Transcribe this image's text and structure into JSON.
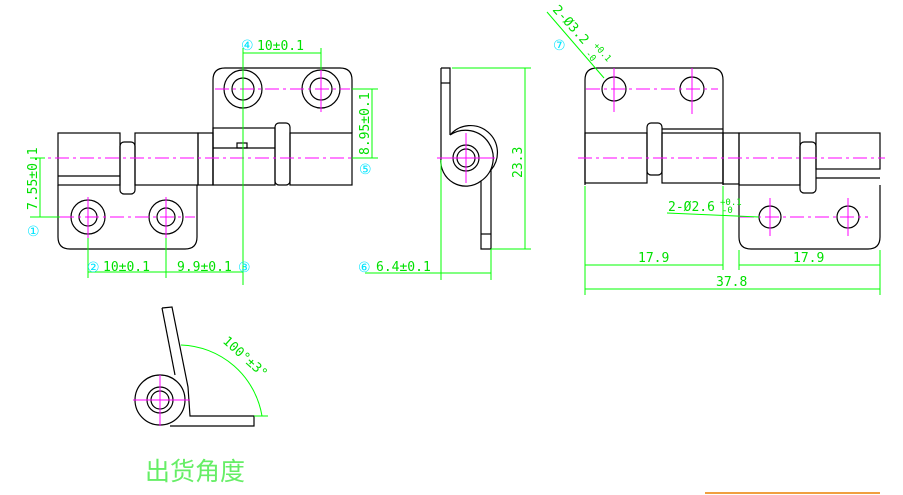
{
  "front_view": {
    "dim_1": {
      "marker": "①",
      "text": "7.55±0.1"
    },
    "dim_2": {
      "marker": "②",
      "text": "10±0.1"
    },
    "dim_3": {
      "marker": "③",
      "text": "9.9±0.1"
    },
    "dim_4": {
      "marker": "④",
      "text": "10±0.1"
    },
    "dim_5": {
      "marker": "⑤",
      "text": "8.95±0.1"
    }
  },
  "side_view": {
    "height": "23.3",
    "dim_6": {
      "marker": "⑥",
      "text": "6.4±0.1"
    }
  },
  "rear_view": {
    "hole_top": {
      "marker": "⑦",
      "text": "2-Ø3.2",
      "tol_upper": "+0.1",
      "tol_lower": "-0"
    },
    "hole_bottom": {
      "text": "2-Ø2.6",
      "tol_upper": "+0.1",
      "tol_lower": "-0"
    },
    "width_left": "17.9",
    "width_right": "17.9",
    "total_width": "37.8"
  },
  "shipping_view": {
    "angle": "100°±3°",
    "caption": "出货角度"
  },
  "colors": {
    "outline": "#000000",
    "centerline": "#ff00ff",
    "dimension": "#00ff00",
    "marker": "#00e5ff"
  }
}
